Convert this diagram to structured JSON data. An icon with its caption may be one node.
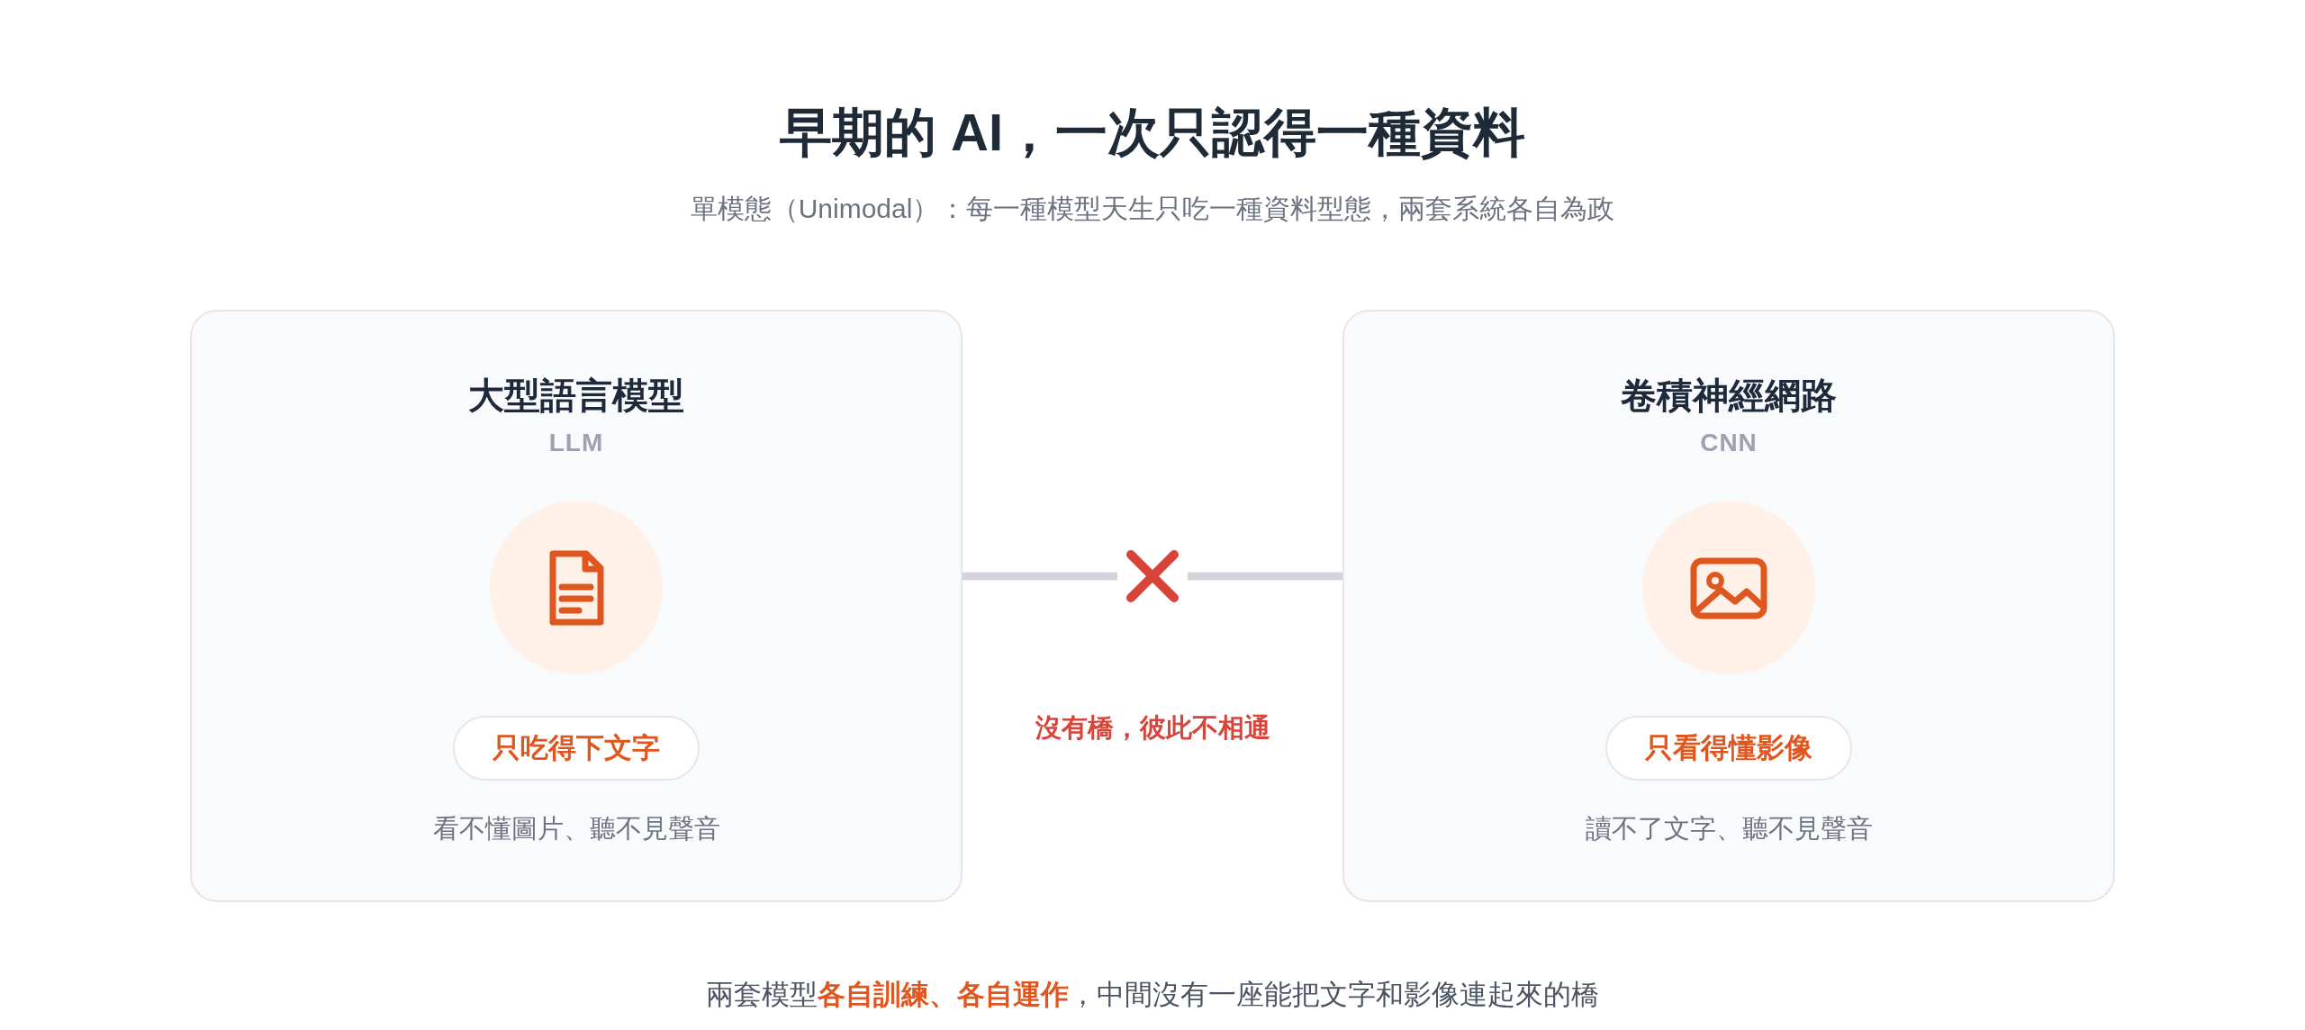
{
  "diagram": {
    "title": "早期的 AI，一次只認得一種資料",
    "caption": "兩套模型**各自訓練、各自運作**，中間沒有一座能把文字和影像連起來的橋",
    "nodes": [
      {
        "text": [
          "大型語言模型",
          "LLM",
          "看不懂圖片、聽不見聲音"
        ]
      },
      {
        "text": [
          "只吃得下文字"
        ],
        "in": 0
      },
      {
        "text": [],
        "shape": "cross"
      },
      {
        "text": [
          "卷積神經網路",
          "CNN",
          "讀不了文字、聽不見聲音"
        ]
      },
      {
        "text": [
          "只看得懂影像"
        ],
        "in": 3
      }
    ],
    "edges": [
      {
        "from": 0,
        "to": 2,
        "arrow": "none"
      },
      {
        "from": 2,
        "to": 3,
        "arrow": "none"
      }
    ],
    "labels": [
      "單模態（Unimodal）：每一種模型天生只吃一種資料型態，兩套系統各自為政",
      "沒有橋，彼此不相通"
    ]
  }
}
